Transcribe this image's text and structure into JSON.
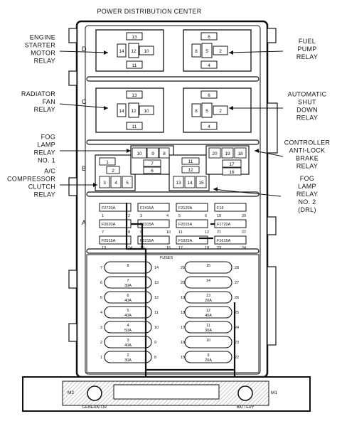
{
  "title": "POWER DISTRIBUTION CENTER",
  "rows": {
    "d": "D",
    "c": "C",
    "b": "B",
    "a": "A"
  },
  "left_labels": [
    {
      "id": "engine-starter",
      "lines": [
        "ENGINE",
        "STARTER",
        "MOTOR",
        "RELAY"
      ]
    },
    {
      "id": "radiator-fan",
      "lines": [
        "RADIATOR",
        "FAN",
        "RELAY"
      ]
    },
    {
      "id": "fog-lamp-1",
      "lines": [
        "FOG",
        "LAMP",
        "RELAY",
        "NO. 1"
      ]
    },
    {
      "id": "ac-clutch",
      "lines": [
        "A/C",
        "COMPRESSOR",
        "CLUTCH",
        "RELAY"
      ]
    }
  ],
  "right_labels": [
    {
      "id": "fuel-pump",
      "lines": [
        "FUEL",
        "PUMP",
        "RELAY"
      ]
    },
    {
      "id": "auto-shutdown",
      "lines": [
        "AUTOMATIC",
        "SHUT",
        "DOWN",
        "RELAY"
      ]
    },
    {
      "id": "abs-controller",
      "lines": [
        "CONTROLLER",
        "ANTI-LOCK",
        "BRAKE",
        "RELAY"
      ]
    },
    {
      "id": "fog-lamp-2",
      "lines": [
        "FOG",
        "LAMP",
        "RELAY",
        "NO. 2",
        "(DRL)"
      ]
    }
  ],
  "relay_d_left": [
    "13",
    "14",
    "12",
    "10",
    "11"
  ],
  "relay_d_right": [
    "6",
    "8",
    "5",
    "2",
    "4"
  ],
  "relay_c_left": [
    "13",
    "14",
    "12",
    "10",
    "11"
  ],
  "relay_c_right": [
    "6",
    "8",
    "5",
    "2",
    "4"
  ],
  "row_b": {
    "top_center": [
      "10",
      "9",
      "8"
    ],
    "mid_center": [
      "7",
      "6"
    ],
    "left_top": "1",
    "left_mid": "2",
    "left_bot": [
      "3",
      "4",
      "5"
    ],
    "right_top": [
      "20",
      "19",
      "18"
    ],
    "right_mid": [
      "17",
      "16"
    ],
    "center_right": [
      "11",
      "12",
      "13",
      "14",
      "15"
    ]
  },
  "row_a_fuses": [
    {
      "name": "F27",
      "rating": "20A"
    },
    {
      "name": "F24",
      "rating": "15A"
    },
    {
      "name": "F21",
      "rating": "20A"
    },
    {
      "name": "F18",
      "rating": ""
    },
    {
      "name": "F26",
      "rating": "20A"
    },
    {
      "name": "F23",
      "rating": "15A"
    },
    {
      "name": "F20",
      "rating": "15A"
    },
    {
      "name": "F17",
      "rating": "20A"
    },
    {
      "name": "F25",
      "rating": "15A"
    },
    {
      "name": "F22",
      "rating": "15A"
    },
    {
      "name": "F19",
      "rating": "25A"
    },
    {
      "name": "F16",
      "rating": "15A"
    }
  ],
  "row_a_pins": {
    "r1": [
      "1",
      "2",
      "3",
      "4",
      "5",
      "6"
    ],
    "r2": [
      "7",
      "8",
      "9",
      "10",
      "11",
      "12"
    ],
    "r3": [
      "13",
      "14",
      "15",
      "16",
      "17",
      "18"
    ],
    "r4": [
      "19",
      "20",
      "21",
      "22",
      "23",
      "24"
    ]
  },
  "fuses_label": "FUSES",
  "maxi_left": [
    {
      "left": "7",
      "num": "8",
      "rating": "",
      "right": "14"
    },
    {
      "left": "6",
      "num": "7",
      "rating": "30A",
      "right": "13"
    },
    {
      "left": "5",
      "num": "6",
      "rating": "40A",
      "right": "12"
    },
    {
      "left": "4",
      "num": "5",
      "rating": "40A",
      "right": "11"
    },
    {
      "left": "3",
      "num": "4",
      "rating": "50A",
      "right": "10"
    },
    {
      "left": "2",
      "num": "3",
      "rating": "40A",
      "right": "9"
    },
    {
      "left": "1",
      "num": "2",
      "rating": "30A",
      "right": "8"
    }
  ],
  "maxi_right": [
    {
      "left": "21",
      "num": "15",
      "rating": "",
      "right": "28"
    },
    {
      "left": "20",
      "num": "14",
      "rating": "",
      "right": "27"
    },
    {
      "left": "19",
      "num": "13",
      "rating": "20A",
      "right": "26"
    },
    {
      "left": "18",
      "num": "12",
      "rating": "40A",
      "right": "25"
    },
    {
      "left": "17",
      "num": "11",
      "rating": "30A",
      "right": "24"
    },
    {
      "left": "16",
      "num": "10",
      "rating": "",
      "right": "23"
    },
    {
      "left": "15",
      "num": "9",
      "rating": "20A",
      "right": "22"
    }
  ],
  "bottom": {
    "m2": "M2",
    "m1": "M1",
    "generator": "GENERATOR",
    "battery": "BATTERY"
  }
}
